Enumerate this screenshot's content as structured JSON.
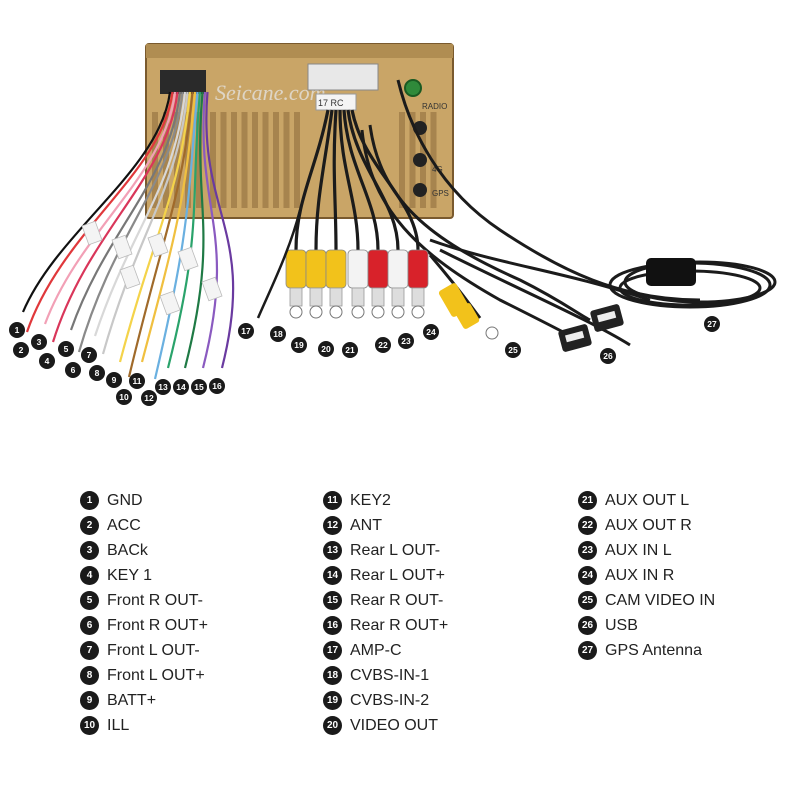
{
  "diagram": {
    "watermark": "Seicane.com",
    "unit_labels": {
      "radio": "RADIO",
      "port_4g": "4G",
      "gps": "GPS",
      "connector_code": "17 RC"
    }
  },
  "legend": [
    {
      "num": "1",
      "label": "GND"
    },
    {
      "num": "2",
      "label": "ACC"
    },
    {
      "num": "3",
      "label": "BACk"
    },
    {
      "num": "4",
      "label": "KEY 1"
    },
    {
      "num": "5",
      "label": "Front R OUT-"
    },
    {
      "num": "6",
      "label": "Front R OUT+"
    },
    {
      "num": "7",
      "label": "Front L OUT-"
    },
    {
      "num": "8",
      "label": "Front L OUT+"
    },
    {
      "num": "9",
      "label": "BATT+"
    },
    {
      "num": "10",
      "label": "ILL"
    },
    {
      "num": "11",
      "label": "KEY2"
    },
    {
      "num": "12",
      "label": "ANT"
    },
    {
      "num": "13",
      "label": "Rear L OUT-"
    },
    {
      "num": "14",
      "label": "Rear L OUT+"
    },
    {
      "num": "15",
      "label": "Rear R OUT-"
    },
    {
      "num": "16",
      "label": "Rear R OUT+"
    },
    {
      "num": "17",
      "label": "AMP-C"
    },
    {
      "num": "18",
      "label": "CVBS-IN-1"
    },
    {
      "num": "19",
      "label": "CVBS-IN-2"
    },
    {
      "num": "20",
      "label": "VIDEO OUT"
    },
    {
      "num": "21",
      "label": "AUX OUT L"
    },
    {
      "num": "22",
      "label": "AUX OUT R"
    },
    {
      "num": "23",
      "label": "AUX IN L"
    },
    {
      "num": "24",
      "label": "AUX IN R"
    },
    {
      "num": "25",
      "label": "CAM VIDEO IN"
    },
    {
      "num": "26",
      "label": "USB"
    },
    {
      "num": "27",
      "label": "GPS Antenna"
    }
  ],
  "colors": {
    "unit_gold": "#c9a567",
    "unit_dark": "#8a6a3a",
    "badge": "#1a1a1a",
    "rca_yellow": "#f2c21b",
    "rca_white": "#f3f3f3",
    "rca_red": "#d8222a",
    "cable_black": "#1b1b1b"
  }
}
